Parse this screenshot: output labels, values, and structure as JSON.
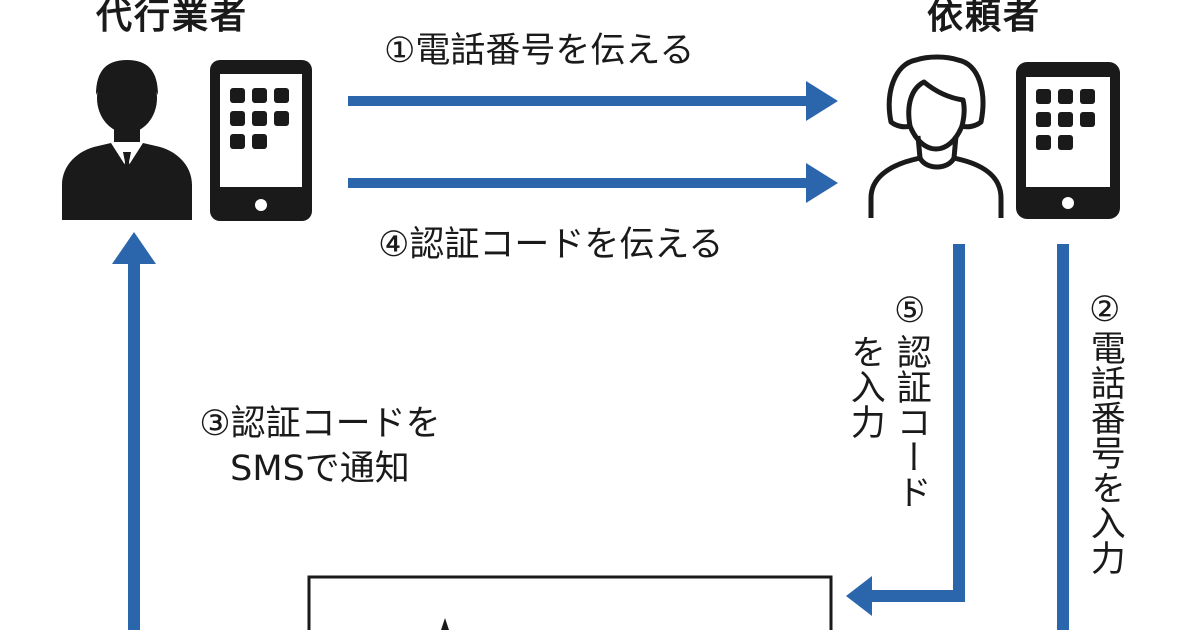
{
  "agent": {
    "title": "代行業者"
  },
  "requester": {
    "title": "依頼者"
  },
  "steps": {
    "s1": "①電話番号を伝える",
    "s2": "②電話番号を入力",
    "s3_line1": "③認証コードを",
    "s3_line2": "SMSで通知",
    "s4": "④認証コードを伝える",
    "s5_num": "⑤",
    "s5_col1": "認証コード",
    "s5_col2": "を入力"
  },
  "colors": {
    "arrow": "#2b66ad",
    "ink": "#1a1a1a"
  },
  "icons": [
    "businessman-icon",
    "smartphone-icon",
    "woman-icon",
    "smartphone-icon",
    "service-box"
  ]
}
